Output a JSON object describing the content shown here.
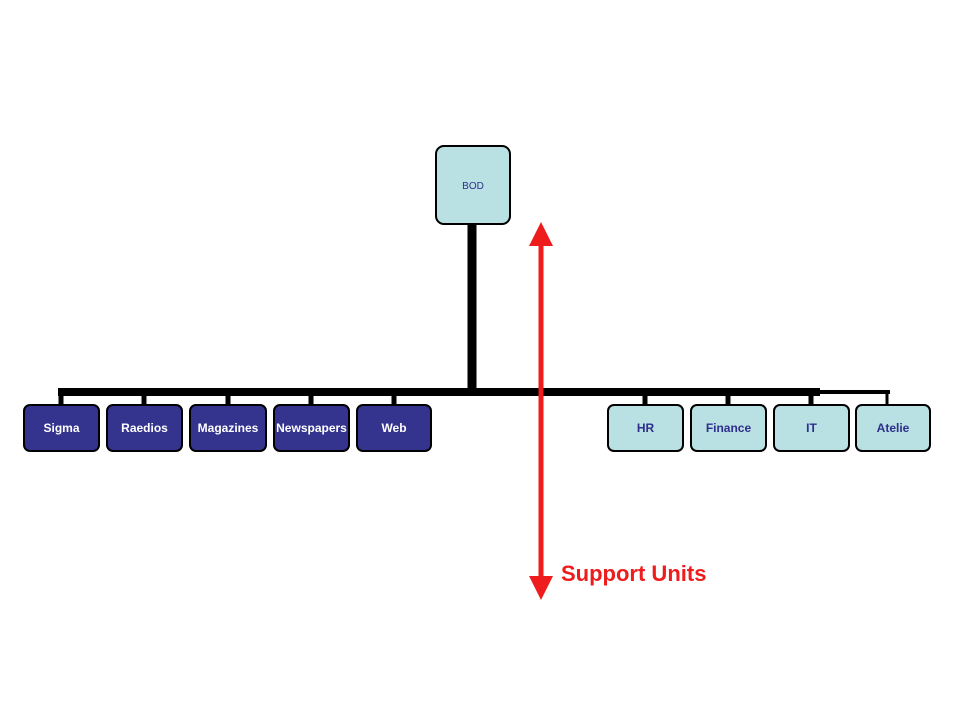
{
  "diagram": {
    "root": {
      "label": "BOD"
    },
    "left_units": [
      {
        "label": "Sigma"
      },
      {
        "label": "Raedios"
      },
      {
        "label": "Magazines"
      },
      {
        "label": "Newspapers"
      },
      {
        "label": "Web"
      }
    ],
    "right_units": [
      {
        "label": "HR"
      },
      {
        "label": "Finance"
      },
      {
        "label": "IT"
      },
      {
        "label": "Atelie"
      }
    ],
    "annotation": {
      "label": "Support Units"
    }
  },
  "colors": {
    "root_fill": "#b9e0e3",
    "root_text": "#2e2e8c",
    "left_fill": "#34348f",
    "left_text": "#ffffff",
    "right_fill": "#b9e0e3",
    "right_text": "#2e2e8c",
    "connector": "#000000",
    "annotation": "#ee1c1c"
  }
}
